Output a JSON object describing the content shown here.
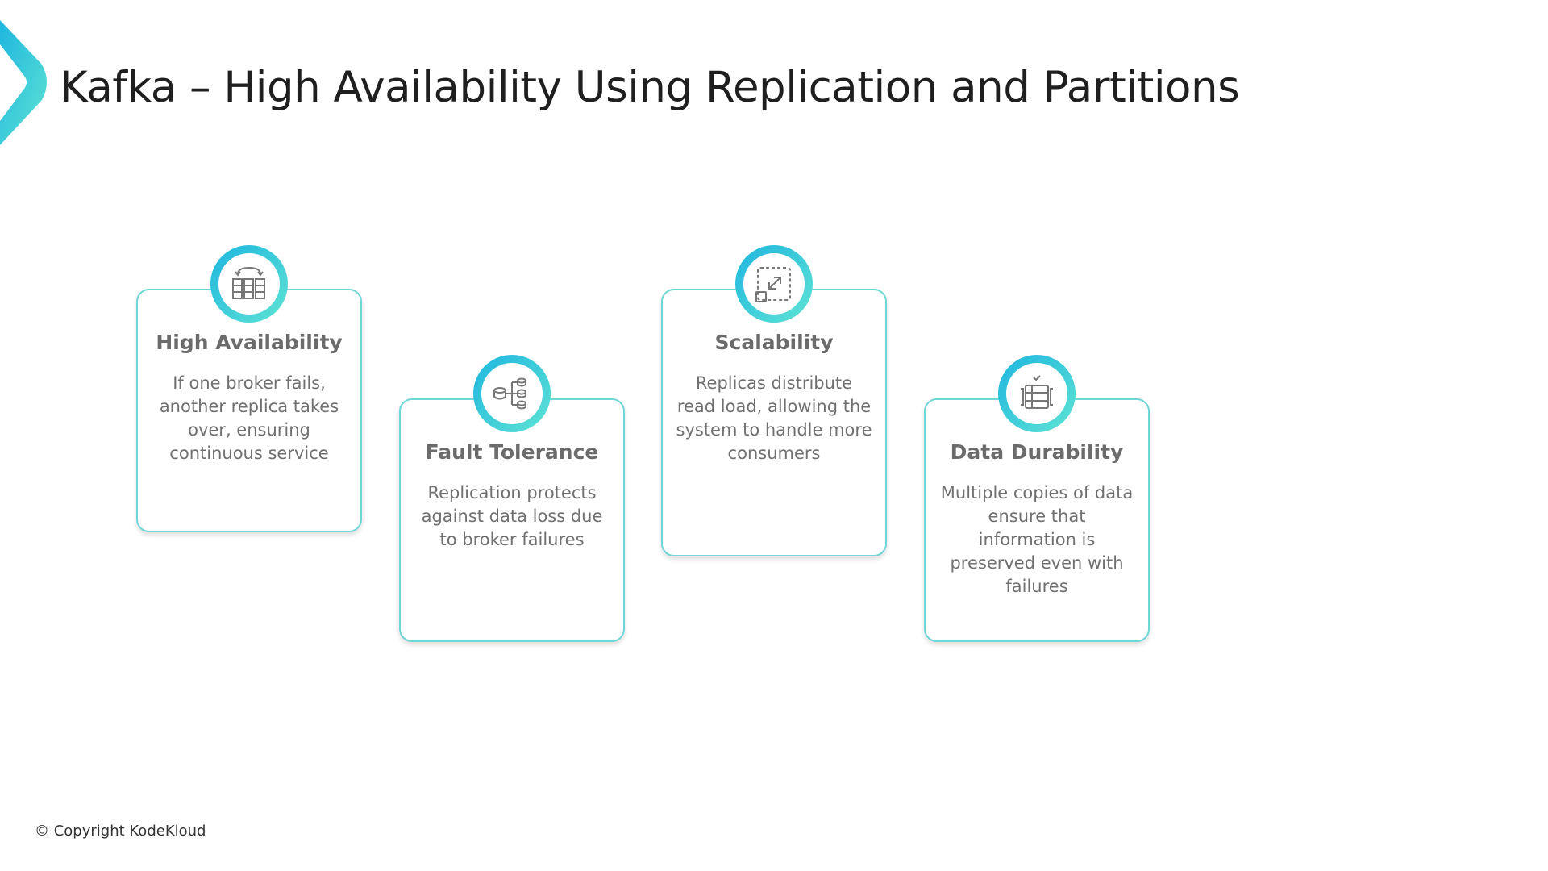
{
  "title": "Kafka – High Availability Using Replication and Partitions",
  "cards": [
    {
      "icon": "table-sync-icon",
      "title": "High Availability",
      "description": "If one broker fails, another replica takes over, ensuring continuous service"
    },
    {
      "icon": "database-tree-icon",
      "title": "Fault Tolerance",
      "description": "Replication protects against data loss due to broker failures"
    },
    {
      "icon": "expand-arrows-icon",
      "title": "Scalability",
      "description": "Replicas distribute read load, allowing the system to handle more consumers"
    },
    {
      "icon": "data-storage-icon",
      "title": "Data Durability",
      "description": "Multiple copies of data ensure that information is preserved even with failures"
    }
  ],
  "footer": {
    "copyright": "© Copyright KodeKloud"
  },
  "colors": {
    "accent_start": "#1fb6e0",
    "accent_end": "#5ee3d3",
    "border": "#6fd6d6"
  }
}
